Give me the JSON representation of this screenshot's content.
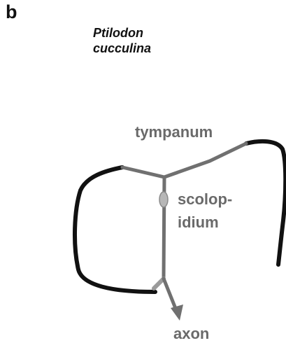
{
  "panel_letter": "b",
  "species": {
    "line1": "Ptilodon",
    "line2": "cucculina"
  },
  "labels": {
    "tympanum": "tympanum",
    "scolop": "scolop-",
    "idium": "idium",
    "axon": "axon"
  },
  "colors": {
    "outline": "#111111",
    "structure": "#707070",
    "label_text": "#6a6a6a"
  }
}
